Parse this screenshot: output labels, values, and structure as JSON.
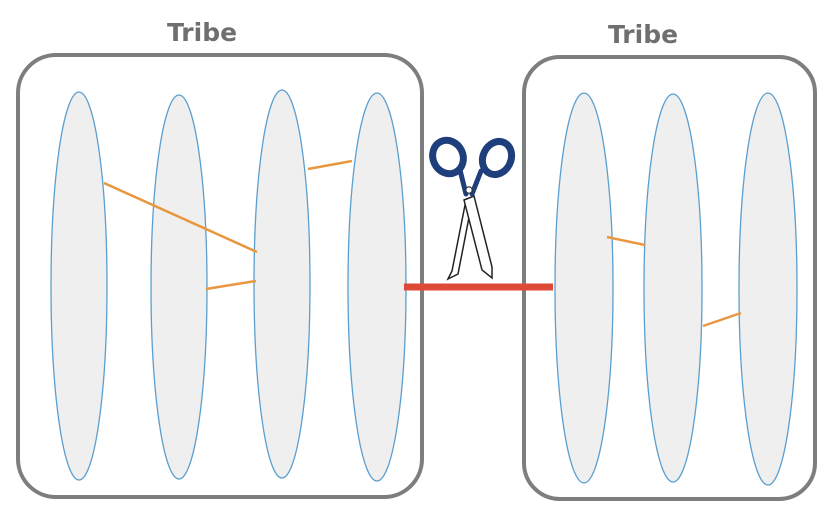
{
  "tribes": [
    {
      "title": "Tribe",
      "teams": 4
    },
    {
      "title": "Tribe",
      "teams": 3
    }
  ],
  "links": {
    "within": [
      {
        "tribe": 0,
        "from_team": 1,
        "to_team": 3
      },
      {
        "tribe": 0,
        "from_team": 2,
        "to_team": 3
      },
      {
        "tribe": 0,
        "from_team": 3,
        "to_team": 4
      },
      {
        "tribe": 1,
        "from_team": 1,
        "to_team": 2
      },
      {
        "tribe": 1,
        "from_team": 2,
        "to_team": 3
      }
    ],
    "between": [
      {
        "from_tribe": 0,
        "to_tribe": 1,
        "status": "cut"
      }
    ]
  },
  "icons": {
    "cut_tool": "scissors-icon"
  },
  "colors": {
    "frame": "#7e7e7e",
    "team_fill": "#efefef",
    "team_stroke": "#5a9fcf",
    "link": "#e8973f",
    "cut_link": "#dd4a38",
    "scissors_handle": "#1e3f7c"
  }
}
